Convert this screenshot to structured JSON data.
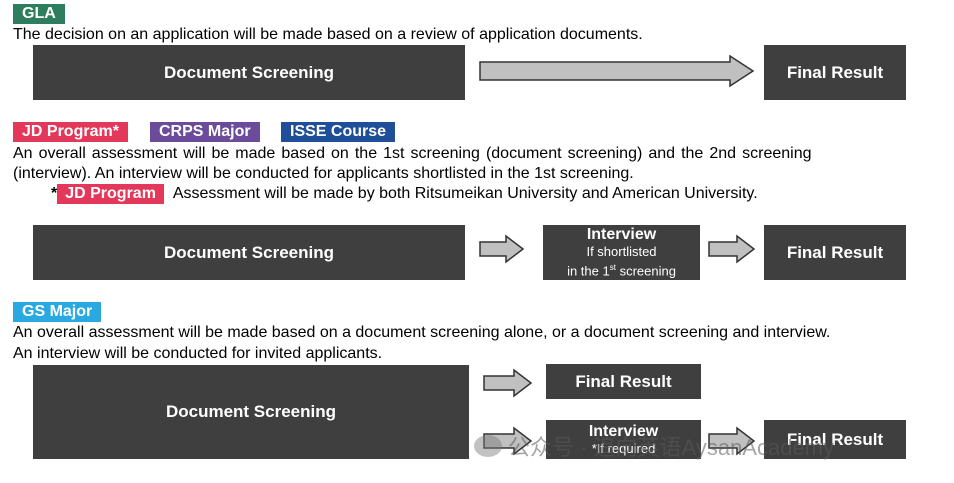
{
  "colors": {
    "gla": "#2e7d5e",
    "jd": "#e4385a",
    "crps": "#6b4c9a",
    "isse": "#1f4f99",
    "gs": "#2aa9e0",
    "box": "#3f3f3f",
    "arrow_fill": "#c0c0c0"
  },
  "gla": {
    "tag": "GLA",
    "description": "The decision on an application will be made based on a review of application documents.",
    "flow": {
      "doc_screening": "Document Screening",
      "final_result": "Final Result"
    }
  },
  "jd": {
    "tags": [
      "JD Program*",
      "CRPS Major",
      "ISSE Course"
    ],
    "description_line1": "An overall assessment will be made based on the 1st screening (document screening) and the 2nd screening",
    "description_line2": "(interview). An interview will be conducted for applicants shortlisted in the 1st screening.",
    "note_star": "*",
    "note_tag": "JD Program",
    "note_text": "Assessment will be made by both Ritsumeikan University and American University.",
    "flow": {
      "doc_screening": "Document Screening",
      "interview_title": "Interview",
      "interview_sub1": "If shortlisted",
      "interview_sub2_pre": "in the 1",
      "interview_sub2_sup": "st",
      "interview_sub2_post": " screening",
      "final_result": "Final Result"
    }
  },
  "gs": {
    "tag": "GS Major",
    "description_line1": "An overall assessment will be made based on a document screening alone, or a document screening and interview.",
    "description_line2": "An interview will be conducted for invited applicants.",
    "flow": {
      "doc_screening": "Document Screening",
      "final_result_top": "Final Result",
      "interview_title": "Interview",
      "interview_sub": "*If required",
      "final_result_bottom": "Final Result"
    }
  },
  "watermark": {
    "text": "公众号 · 追向英语AysanAcademy"
  }
}
